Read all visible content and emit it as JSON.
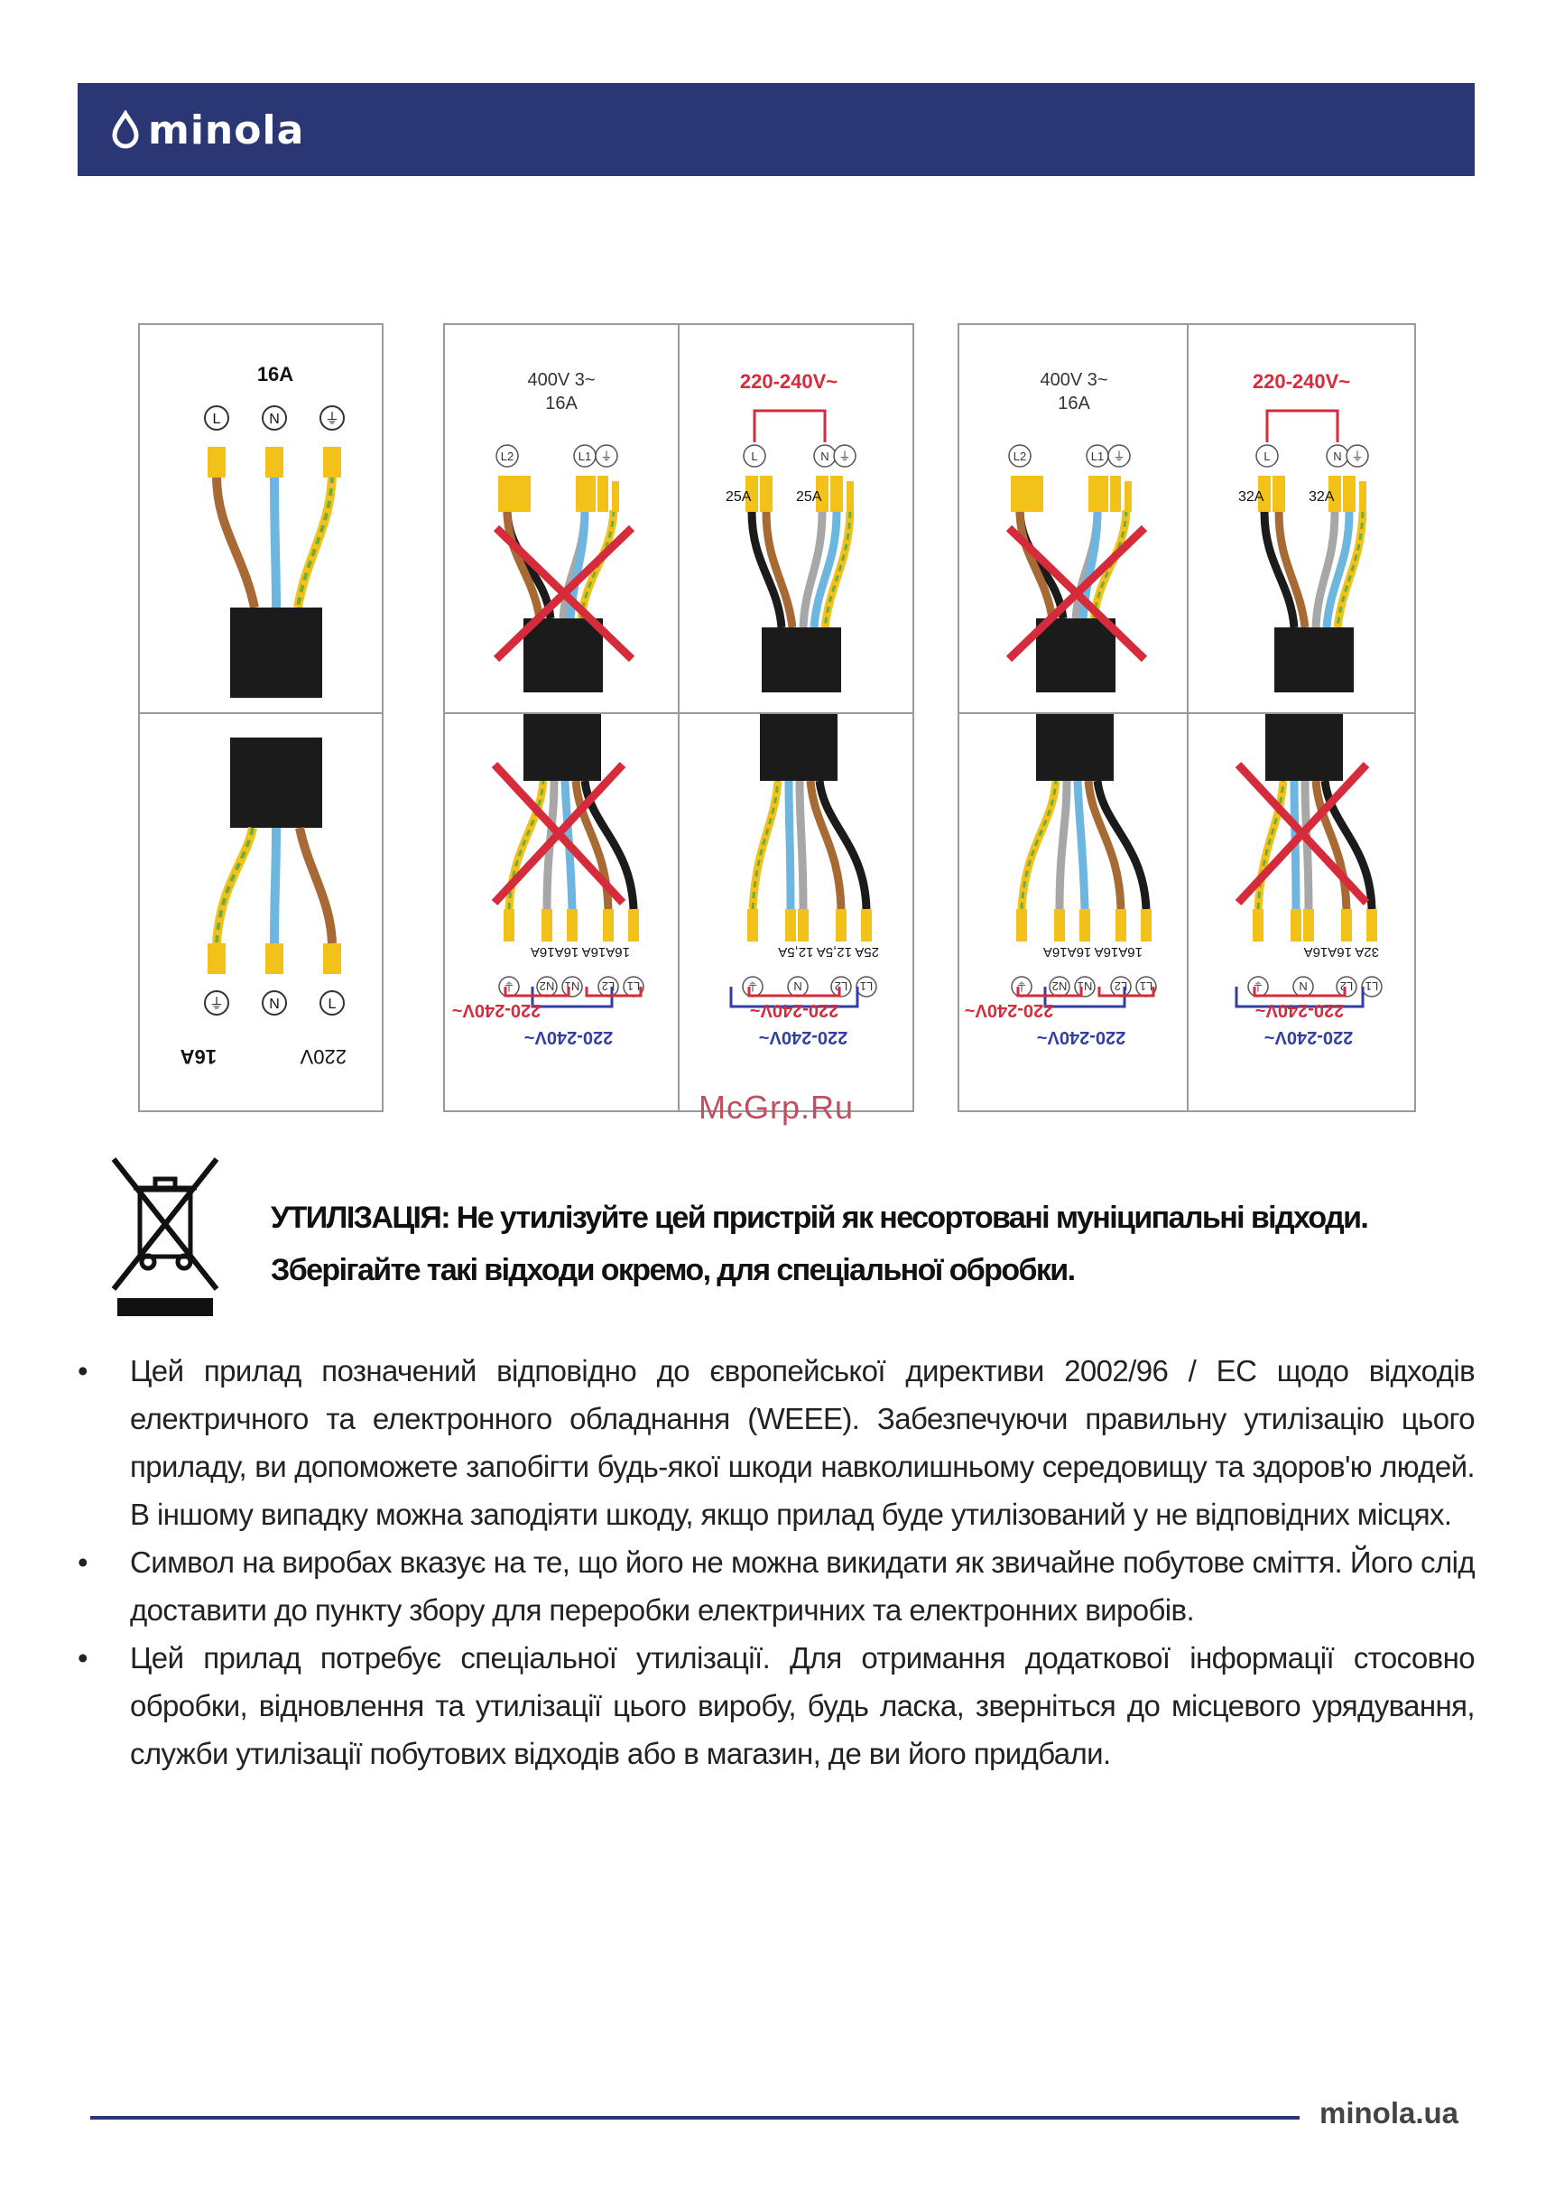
{
  "header": {
    "brand": "minola"
  },
  "diagrams": {
    "panel1": {
      "top_label": "16A",
      "bottom_left": "16A",
      "bottom_right": "220V",
      "terminals_top": [
        "L",
        "N",
        "⏚"
      ],
      "terminals_bottom": [
        "⏚",
        "N",
        "L"
      ]
    },
    "panel2": {
      "tl_voltage": "400V 3~",
      "tl_amp": "16A",
      "tl_terms": [
        "L2",
        "L1",
        "⏚"
      ],
      "tr_voltage": "220-240V~",
      "tr_terms": [
        "L",
        "N",
        "⏚"
      ],
      "tr_amps": [
        "25A",
        "25A"
      ],
      "bl_amps": "16A16A 16A16A",
      "bl_terms": [
        "⏚",
        "N2",
        "N1",
        "L2",
        "L1"
      ],
      "bl_red": "220-240V~",
      "bl_blue": "220-240V~",
      "br_amps": "25A 12,5A 12,5A",
      "br_terms": [
        "⏚",
        "N",
        "L2",
        "L1"
      ],
      "br_red": "220-240V~",
      "br_blue": "220-240V~"
    },
    "panel3": {
      "tl_voltage": "400V 3~",
      "tl_amp": "16A",
      "tl_terms": [
        "L2",
        "L1",
        "⏚"
      ],
      "tr_voltage": "220-240V~",
      "tr_terms": [
        "L",
        "N",
        "⏚"
      ],
      "tr_amps": [
        "32A",
        "32A"
      ],
      "bl_amps": "16A16A 16A16A",
      "bl_terms": [
        "⏚",
        "N2",
        "N1",
        "L2",
        "L1"
      ],
      "bl_red": "220-240V~",
      "bl_blue": "220-240V~",
      "br_amps": "32A 16A16A",
      "br_terms": [
        "⏚",
        "N",
        "L2",
        "L1"
      ],
      "br_red": "220-240V~",
      "br_blue": "220-240V~"
    }
  },
  "watermark": "McGrp.Ru",
  "notice": {
    "line1": "УТИЛІЗАЦІЯ: Не утилізуйте цей пристрій як несортовані муніципальні відходи.",
    "line2": "Зберігайте такі відходи окремо, для спеціальної обробки."
  },
  "bullets": [
    {
      "symbol": "•",
      "text": "Цей прилад позначений відповідно до європейської директиви 2002/96 / ЕС щодо відходів електричного та електронного обладнання (WEEE). Забезпечуючи правильну утилізацію цього приладу, ви допоможете запобігти будь-якої шкоди навколишньому середовищу та здоров'ю людей. В іншому випадку можна заподіяти шкоду, якщо прилад буде утилізований у не відповідних місцях."
    },
    {
      "symbol": "•",
      "text": "Символ на виробах вказує на те, що його не можна викидати як звичайне побутове сміття. Його слід доставити до пункту збору для переробки електричних та електронних виробів."
    },
    {
      "symbol": "•",
      "text": "Цей прилад потребує спеціальної утилізації. Для отримання додаткової інформації стосовно обробки, відновлення та утилізації цього виробу, будь ласка, зверніться до місцевого урядування, служби утилізації побутових відходів або в магазин, де ви його придбали."
    }
  ],
  "footer": {
    "site": "minola.ua"
  },
  "colors": {
    "brand": "#2b3674",
    "red": "#d62b3b",
    "blue": "#2f3fa3",
    "brown": "#a86a35",
    "wire_blue": "#6cb6e0",
    "yellow": "#f2c21b",
    "green": "#6fae3e",
    "grey": "#a7a7a7",
    "black": "#1b1b1b"
  }
}
